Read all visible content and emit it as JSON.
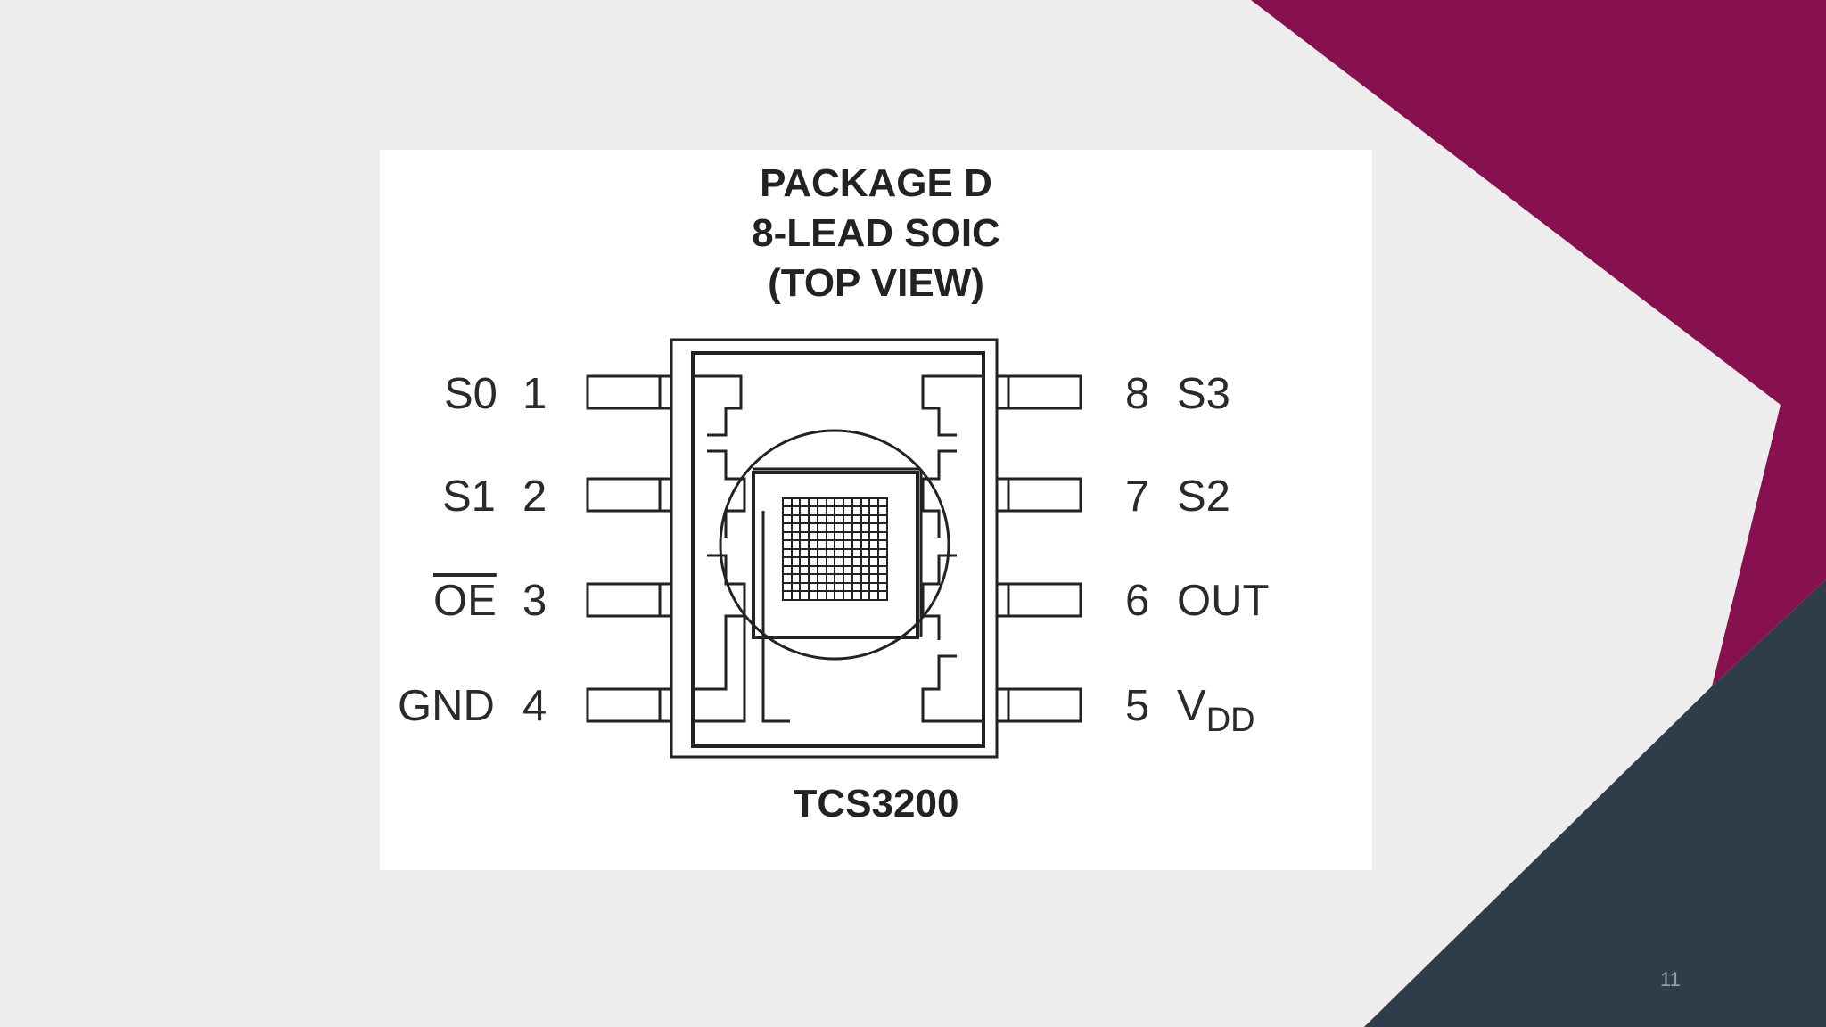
{
  "figure": {
    "title_lines": [
      "PACKAGE D",
      "8-LEAD SOIC",
      "(TOP VIEW)"
    ],
    "part_name": "TCS3200",
    "pins_left": [
      {
        "name": "S0",
        "number": "1"
      },
      {
        "name": "S1",
        "number": "2"
      },
      {
        "name": "OE",
        "number": "3",
        "overline": true
      },
      {
        "name": "GND",
        "number": "4"
      }
    ],
    "pins_right": [
      {
        "number": "8",
        "name": "S3"
      },
      {
        "number": "7",
        "name": "S2"
      },
      {
        "number": "6",
        "name": "OUT"
      },
      {
        "number": "5",
        "name": "V",
        "subscript": "DD"
      }
    ]
  },
  "slide": {
    "page_number": "11"
  },
  "colors": {
    "background": "#ededed",
    "maroon": "#87114e",
    "slate": "#2f3d4a",
    "diagram_stroke": "#222222"
  }
}
